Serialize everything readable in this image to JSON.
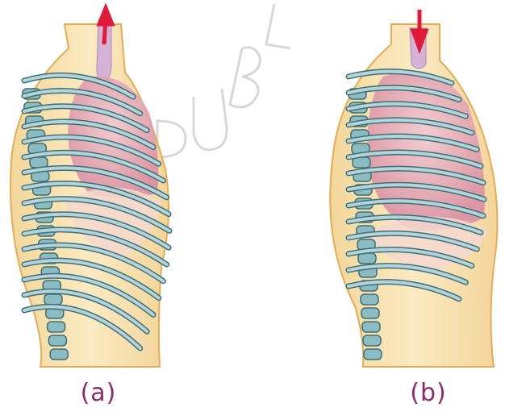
{
  "watermark": "PUBL",
  "panels": [
    {
      "id": "a",
      "caption": "(a)",
      "arrow": "up-arrow",
      "state": "exhale"
    },
    {
      "id": "b",
      "caption": "(b)",
      "arrow": "down-arrow",
      "state": "inhale"
    }
  ],
  "colors": {
    "skin": "#f8e3ad",
    "skin_edge": "#e8b55e",
    "lung": "#e3a6b4",
    "lung_dark": "#c87b8f",
    "diaphragm": "#f3cfc6",
    "rib": "#a9ccd3",
    "rib_edge": "#3f6f74",
    "spine": "#6fa8b0",
    "arrow": "#e01b3a",
    "caption": "#8b2a6a",
    "trachea": "#d9b7d8",
    "watermark": "#cfcfcf"
  }
}
